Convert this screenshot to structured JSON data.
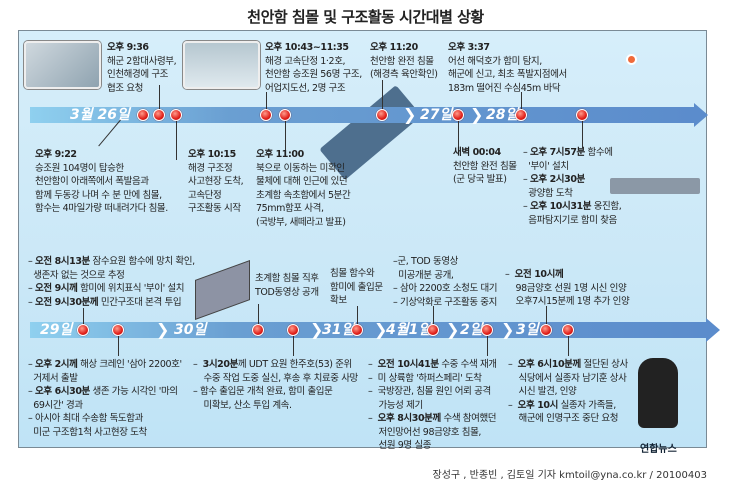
{
  "title": "천안함 침몰 및 구조활동 시간대별 상황",
  "timeline_top": {
    "days": [
      "3월 26일",
      "27일",
      "28일"
    ],
    "events_above": [
      {
        "time": "오후 9:36",
        "lines": [
          "해군 2함대사령부,",
          "인천해경에 구조",
          "협조 요청"
        ]
      },
      {
        "time": "오후 10:43~11:35",
        "lines": [
          "해경 고속단정 1·2호,",
          "천안함 승조원 56명 구조,",
          "어업지도선, 2명 구조"
        ]
      },
      {
        "time": "오후 11:20",
        "lines": [
          "천안함 완전 침몰",
          "(해경측 육안확인)"
        ]
      },
      {
        "time": "오후 3:37",
        "lines": [
          "어선 해덕호가 함미 탐지,",
          "해군에 신고, 최초 폭발지점에서",
          "183m 떨어진 수심45m 바닥"
        ]
      }
    ],
    "events_below": [
      {
        "time": "오후 9:22",
        "lines": [
          "승조원 104명이 탑승한",
          "천안함이 아래쪽에서 폭발음과",
          "함께 두동강 나며 수 분 만에 침몰,",
          "함수는 4마일가량 떠내려가다 침몰."
        ]
      },
      {
        "time": "오후 10:15",
        "lines": [
          "해경 구조정",
          "사고현장 도착,",
          "고속단정",
          "구조활동 시작"
        ]
      },
      {
        "time": "오후 11:00",
        "lines": [
          "북으로 이동하는 미확인",
          "물체에 대해 인근에 있던",
          "초계함 속초함에서 5분간",
          "75mm함포 사격,",
          "(국방부, 새떼라고 발표)"
        ]
      },
      {
        "time": "새벽 00:04",
        "lines": [
          "천안함 완전 침몰",
          "(군 당국 발표)"
        ]
      }
    ],
    "list_28": [
      {
        "bold": "오후 7시57분",
        "rest": " 함수에",
        "cont": "'부이' 설치"
      },
      {
        "bold": "오후 2시30분",
        "rest": "",
        "cont": "광양함  도착"
      },
      {
        "bold": "오후 10시31분",
        "rest": " 옹진함,",
        "cont": "음파탐지기로 함미 찾음"
      }
    ]
  },
  "timeline_bottom": {
    "days": [
      "29일",
      "30일",
      "31일",
      "4월1일",
      "2일",
      "3일"
    ],
    "above": {
      "d29": [
        {
          "bold": "오전 8시13분",
          "rest": " 잠수요원 함수에 망치 확인,",
          "cont": "생존자 없는 것으로 추정"
        },
        {
          "bold": "오전 9시께",
          "rest": " 함미에 위치표식 '부이' 설치"
        },
        {
          "bold": "오전 9시30분께",
          "rest": " 민간구조대 본격 투입"
        }
      ],
      "d30": [
        "초계함 침몰 직후",
        "TOD동영상 공개"
      ],
      "d31": [
        "침몰 함수와",
        "함미에 출입문",
        "확보"
      ],
      "d1": [
        "군, TOD 동영상",
        "미공개분 공개,",
        "삼아 2200호 소청도 대기",
        "기상악화로 구조활동 중지"
      ],
      "d3": {
        "bold": "오전 10시께",
        "lines": [
          "98금양호 선원 1명 시신 인양",
          "오후7시15분께 1명 추가 인양"
        ]
      }
    },
    "below": {
      "d29": [
        {
          "bold": "오후 2시께",
          "rest": " 해상 크레인 '삼아 2200호'",
          "cont": "거제서 출발"
        },
        {
          "bold": "오후 6시30분",
          "rest": " 생존 가능 시각인 '마의",
          "cont": "69시간' 경과"
        },
        {
          "bold": "",
          "rest": "아시아 최대 수송함 독도함과",
          "cont": "미군 구조함1척 사고현장 도착"
        }
      ],
      "d30": [
        {
          "bold": "3시20분",
          "rest": "께  UDT 요원 한주호(53) 준위",
          "cont": "수중 작업 도중 실신, 후송 후 치료중 사망"
        },
        {
          "bold": "",
          "rest": "함수 출입문 개척 완료, 함미 출입문",
          "cont": "미확보, 산소 투입 계속."
        }
      ],
      "d2": [
        {
          "bold": "오전 10시41분",
          "rest": " 수중 수색 재개"
        },
        {
          "bold": "",
          "rest": "미 상륙함  '하퍼스페리' 도착"
        },
        {
          "bold": "",
          "rest": "국방장관, 침몰 원인 어뢰 공격",
          "cont": "가능성 제기"
        },
        {
          "bold": "오후 8시30분께",
          "rest": " 수색 참여했던",
          "cont": "저인망어선 98금양호 침몰,",
          "cont2": "선원 9명 실종"
        }
      ],
      "d3": [
        {
          "bold": "오후 6시10분께",
          "rest": " 절단된 상사",
          "cont": "식당에서 실종자 남기훈 상사",
          "cont2": "시신 발견, 인양"
        },
        {
          "bold": "오후 10시",
          "rest": " 실종자 가족들,",
          "cont": "해군에 인명구조 중단 요청"
        }
      ]
    }
  },
  "logo": "연합뉴스",
  "credit": "장성구 , 반종빈 , 김토일 기자 kmtoil@yna.co.kr / 20100403",
  "dash": "–"
}
